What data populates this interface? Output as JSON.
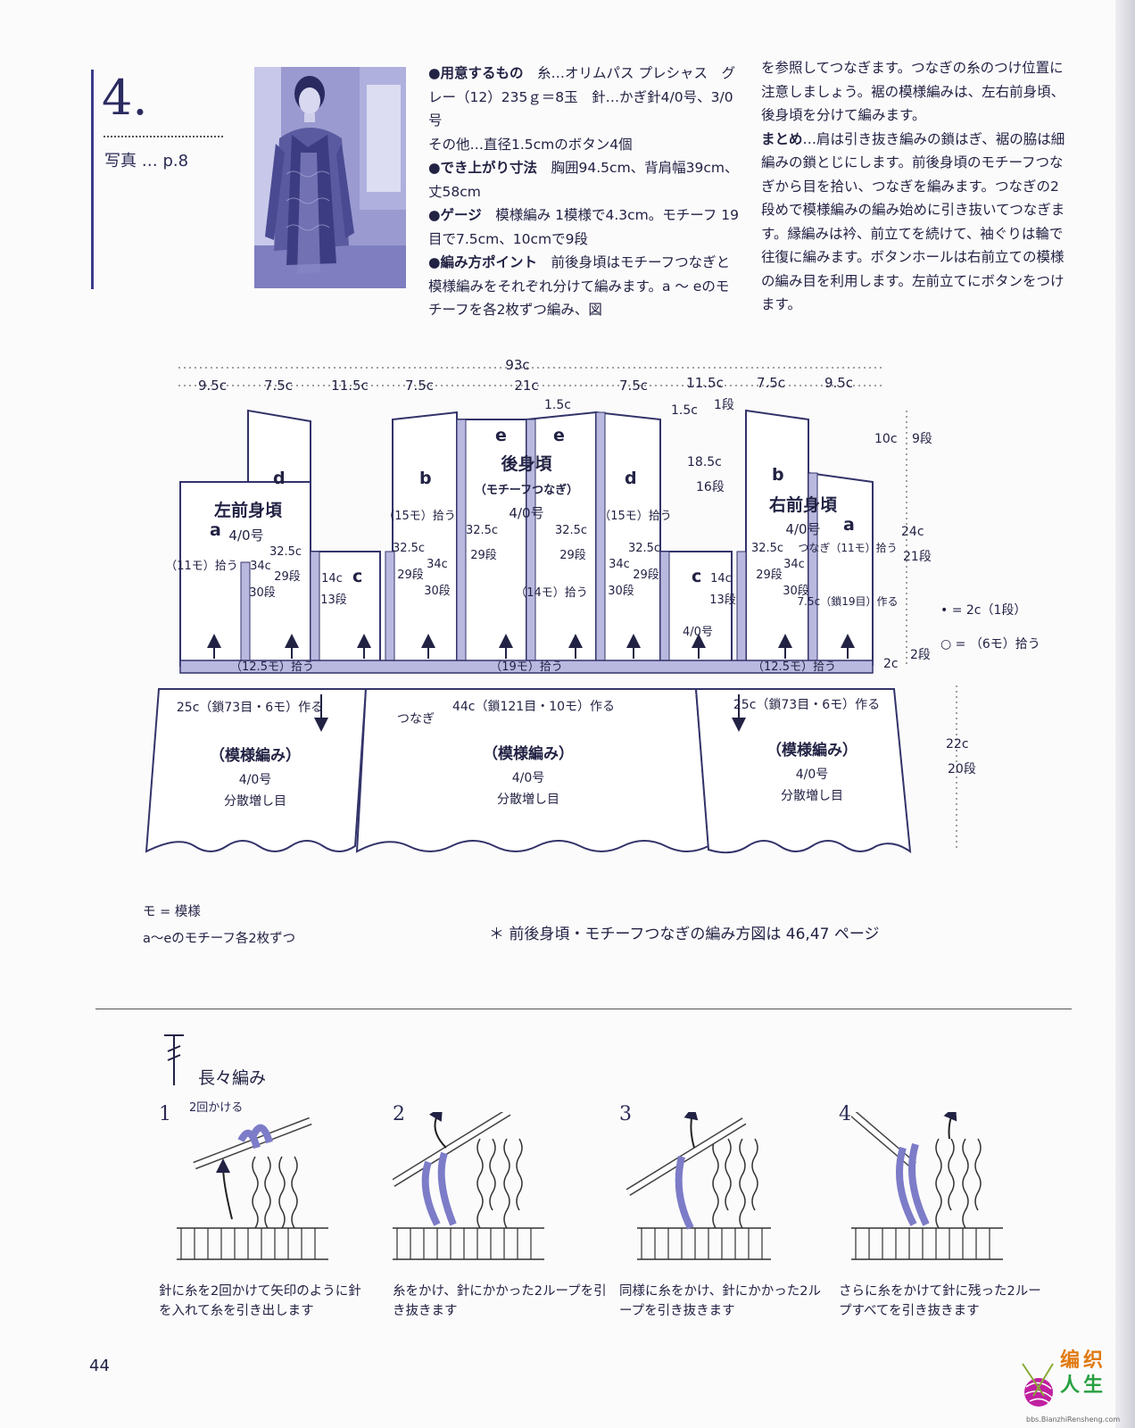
{
  "header": {
    "number": "4.",
    "photo_ref": "写真 … p.8"
  },
  "col1": [
    {
      "k": "●用意するもの",
      "v": "　糸…オリムパス プレシャス　グレー（12）235ｇ＝8玉　針…かぎ針4/0号、3/0号"
    },
    {
      "k": "",
      "v": "その他…直径1.5cmのボタン4個"
    },
    {
      "k": "●でき上がり寸法",
      "v": "　胸囲94.5cm、背肩幅39cm、丈58cm"
    },
    {
      "k": "●ゲージ",
      "v": "　模様編み 1模様で4.3cm。モチーフ 19目で7.5cm、10cmで9段"
    },
    {
      "k": "●編み方ポイント",
      "v": "　前後身頃はモチーフつなぎと模様編みをそれぞれ分けて編みます。a ～ eのモチーフを各2枚ずつ編み、図"
    }
  ],
  "col2": [
    {
      "k": "",
      "v": "を参照してつなぎます。つなぎの糸のつけ位置に注意しましょう。裾の模様編みは、左右前身頃、後身頃を分けて編みます。"
    },
    {
      "k": "まとめ",
      "v": "…肩は引き抜き編みの鎖はぎ、裾の脇は細編みの鎖とじにします。前後身頃のモチーフつなぎから目を拾い、つなぎを編みます。つなぎの2段めで模様編みの編み始めに引き抜いてつなぎます。縁編みは衿、前立てを続けて、袖ぐりは輪で往復に編みます。ボタンホールは右前立ての模様の編み目を利用します。左前立てにボタンをつけます。"
    }
  ],
  "diagram": {
    "total_width": "93c",
    "top_dims": [
      "9.5c",
      "7.5c",
      "11.5c",
      "7.5c",
      "21c",
      "7.5c",
      "11.5c",
      "7.5c",
      "9.5c"
    ],
    "back_neck_1_5c": "1.5c",
    "motif_letters": {
      "a": "a",
      "b": "b",
      "c": "c",
      "d": "d",
      "e": "e"
    },
    "left_front": {
      "title": "左前身頃",
      "needle": "4/0号",
      "pickup": "（11モ）拾う"
    },
    "back": {
      "title": "後身頃",
      "sub": "（モチーフつなぎ）",
      "needle": "4/0号"
    },
    "right_front": {
      "title": "右前身頃",
      "needle": "4/0号",
      "pickup": "つなぎ（11モ）拾う",
      "chain": "7.5c（鎖19目）作る"
    },
    "dims": {
      "d32_5": "32.5c",
      "d29dan": "29段",
      "d34": "34c",
      "d30dan": "30段",
      "d14": "14c",
      "d13dan": "13段",
      "d15mo": "（15モ）拾う",
      "d14mo": "（14モ）拾う",
      "d1_5": "1.5c",
      "d1dan": "1段",
      "d18_5": "18.5c",
      "d16dan": "16段",
      "d10": "10c",
      "d9dan": "9段",
      "d24": "24c",
      "d21dan": "21段",
      "d2c": "2c",
      "d2dan": "2段",
      "d22": "22c",
      "d20dan": "20段",
      "needle_small": "4/0号"
    },
    "band_left": "（12.5モ）拾う",
    "band_center": "（19モ）拾う",
    "band_right": "（12.5モ）拾う",
    "hem_left": {
      "chain": "25c（鎖73目・6モ）作る",
      "pattern": "（模様編み）",
      "needle": "4/0号",
      "inc": "分散増し目"
    },
    "hem_center": {
      "chain": "44c（鎖121目・10モ）作る",
      "join": "つなぎ",
      "pattern": "（模様編み）",
      "needle": "4/0号",
      "inc": "分散増し目"
    },
    "hem_right": {
      "chain": "25c（鎖73目・6モ）作る",
      "pattern": "（模様編み）",
      "needle": "4/0号",
      "inc": "分散増し目"
    },
    "legend_dot": "• = 2c（1段）",
    "legend_circle": "○ = （6モ）拾う"
  },
  "legend": {
    "mo": "モ = 模様",
    "motifs": "a〜eのモチーフ各2枚ずつ"
  },
  "footnote": "＊ 前後身頃・モチーフつなぎの編み方図は 46,47 ページ",
  "stitch": {
    "title": "長々編み",
    "steps": [
      {
        "n": "1",
        "note": "2回かける",
        "cap": "針に糸を2回かけて矢印のように針を入れて糸を引き出します"
      },
      {
        "n": "2",
        "note": "",
        "cap": "糸をかけ、針にかかった2ループを引き抜きます"
      },
      {
        "n": "3",
        "note": "",
        "cap": "同様に糸をかけ、針にかかった2ループを引き抜きます"
      },
      {
        "n": "4",
        "note": "",
        "cap": "さらに糸をかけて針に残った2ループすべてを引き抜きます"
      }
    ]
  },
  "page_number": "44",
  "logo": {
    "line1": "编织",
    "line2": "人生",
    "url": "bbs.BianzhiRensheng.com"
  },
  "colors": {
    "accent": "#3b3b8a",
    "band": "#b9b9e0",
    "ink": "#222244"
  }
}
